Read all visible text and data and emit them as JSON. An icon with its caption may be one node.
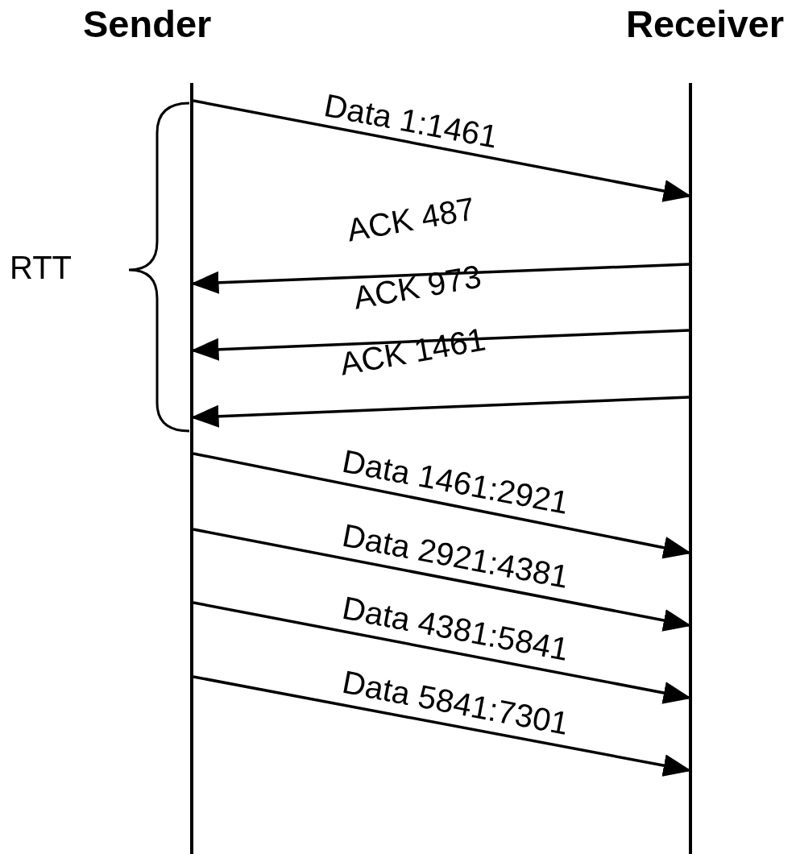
{
  "diagram": {
    "nodes": [
      {
        "text": [
          "Sender"
        ]
      },
      {
        "text": [
          "Receiver"
        ]
      }
    ],
    "edges": [
      {
        "from": 0,
        "to": 1,
        "arrow": "to",
        "label": "Data 1:1461"
      },
      {
        "from": 1,
        "to": 0,
        "arrow": "to",
        "label": "ACK 487"
      },
      {
        "from": 1,
        "to": 0,
        "arrow": "to",
        "label": "ACK 973"
      },
      {
        "from": 1,
        "to": 0,
        "arrow": "to",
        "label": "ACK 1461"
      },
      {
        "from": 0,
        "to": 1,
        "arrow": "to",
        "label": "Data 1461:2921"
      },
      {
        "from": 0,
        "to": 1,
        "arrow": "to",
        "label": "Data 2921:4381"
      },
      {
        "from": 0,
        "to": 1,
        "arrow": "to",
        "label": "Data 4381:5841"
      },
      {
        "from": 0,
        "to": 1,
        "arrow": "to",
        "label": "Data 5841:7301"
      }
    ],
    "labels": [
      "RTT"
    ]
  }
}
